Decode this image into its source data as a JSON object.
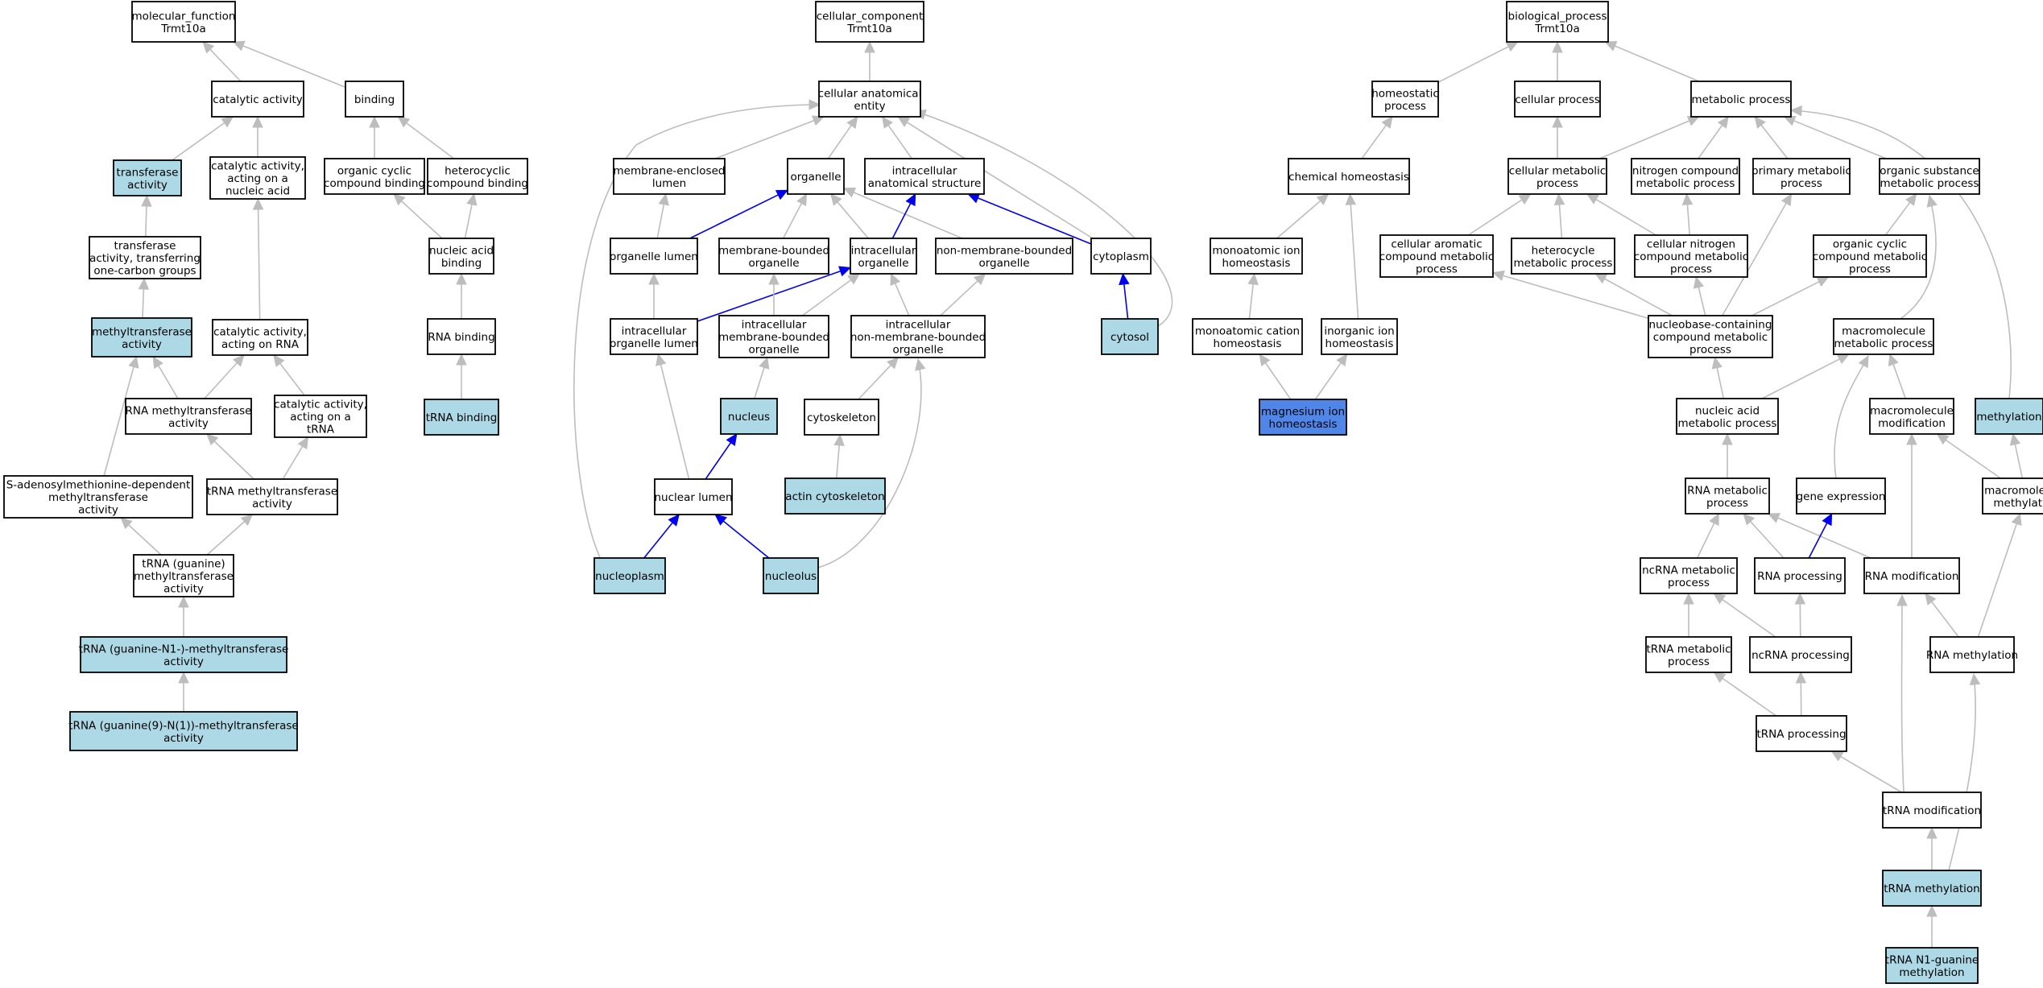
{
  "colors": {
    "plain": "#ffffff",
    "annotated": "#add8e6",
    "focus": "#4f86e8",
    "edge_gray": "#bdbdbd",
    "edge_blue": "#0000ee"
  },
  "nodes": [
    {
      "id": "mf",
      "lines": [
        "molecular_function",
        "Trmt10a"
      ],
      "fill": "plain"
    },
    {
      "id": "cat",
      "lines": [
        "catalytic activity"
      ],
      "fill": "plain"
    },
    {
      "id": "binding",
      "lines": [
        "binding"
      ],
      "fill": "plain"
    },
    {
      "id": "transferase",
      "lines": [
        "transferase",
        "activity"
      ],
      "fill": "annotated"
    },
    {
      "id": "cat_na",
      "lines": [
        "catalytic activity,",
        "acting on a",
        "nucleic acid"
      ],
      "fill": "plain"
    },
    {
      "id": "ocb",
      "lines": [
        "organic cyclic",
        "compound binding"
      ],
      "fill": "plain"
    },
    {
      "id": "hcb",
      "lines": [
        "heterocyclic",
        "compound binding"
      ],
      "fill": "plain"
    },
    {
      "id": "trans_one",
      "lines": [
        "transferase",
        "activity, transferring",
        "one-carbon groups"
      ],
      "fill": "plain"
    },
    {
      "id": "nab",
      "lines": [
        "nucleic acid",
        "binding"
      ],
      "fill": "plain"
    },
    {
      "id": "mtase",
      "lines": [
        "methyltransferase",
        "activity"
      ],
      "fill": "annotated"
    },
    {
      "id": "cat_rna",
      "lines": [
        "catalytic activity,",
        "acting on RNA"
      ],
      "fill": "plain"
    },
    {
      "id": "rnab",
      "lines": [
        "RNA binding"
      ],
      "fill": "plain"
    },
    {
      "id": "rna_mtase",
      "lines": [
        "RNA methyltransferase",
        "activity"
      ],
      "fill": "plain"
    },
    {
      "id": "cat_trna",
      "lines": [
        "catalytic activity,",
        "acting on a",
        "tRNA"
      ],
      "fill": "plain"
    },
    {
      "id": "trnab",
      "lines": [
        "tRNA binding"
      ],
      "fill": "annotated"
    },
    {
      "id": "sam",
      "lines": [
        "S-adenosylmethionine-dependent",
        "methyltransferase",
        "activity"
      ],
      "fill": "plain"
    },
    {
      "id": "trna_mtase",
      "lines": [
        "tRNA methyltransferase",
        "activity"
      ],
      "fill": "plain"
    },
    {
      "id": "trna_g",
      "lines": [
        "tRNA (guanine)",
        "methyltransferase",
        "activity"
      ],
      "fill": "plain"
    },
    {
      "id": "trna_gn1",
      "lines": [
        "tRNA (guanine-N1-)-methyltransferase",
        "activity"
      ],
      "fill": "annotated"
    },
    {
      "id": "trna_g9",
      "lines": [
        "tRNA (guanine(9)-N(1))-methyltransferase",
        "activity"
      ],
      "fill": "annotated"
    },
    {
      "id": "cc",
      "lines": [
        "cellular_component",
        "Trmt10a"
      ],
      "fill": "plain"
    },
    {
      "id": "cae",
      "lines": [
        "cellular anatomical",
        "entity"
      ],
      "fill": "plain"
    },
    {
      "id": "mel",
      "lines": [
        "membrane-enclosed",
        "lumen"
      ],
      "fill": "plain"
    },
    {
      "id": "organelle",
      "lines": [
        "organelle"
      ],
      "fill": "plain"
    },
    {
      "id": "ias",
      "lines": [
        "intracellular",
        "anatomical structure"
      ],
      "fill": "plain"
    },
    {
      "id": "org_lumen",
      "lines": [
        "organelle lumen"
      ],
      "fill": "plain"
    },
    {
      "id": "mbo",
      "lines": [
        "membrane-bounded",
        "organelle"
      ],
      "fill": "plain"
    },
    {
      "id": "io",
      "lines": [
        "intracellular",
        "organelle"
      ],
      "fill": "plain"
    },
    {
      "id": "nmbo",
      "lines": [
        "non-membrane-bounded",
        "organelle"
      ],
      "fill": "plain"
    },
    {
      "id": "cytoplasm",
      "lines": [
        "cytoplasm"
      ],
      "fill": "plain"
    },
    {
      "id": "iol",
      "lines": [
        "intracellular",
        "organelle lumen"
      ],
      "fill": "plain"
    },
    {
      "id": "imbo",
      "lines": [
        "intracellular",
        "membrane-bounded",
        "organelle"
      ],
      "fill": "plain"
    },
    {
      "id": "inmbo",
      "lines": [
        "intracellular",
        "non-membrane-bounded",
        "organelle"
      ],
      "fill": "plain"
    },
    {
      "id": "cytosol",
      "lines": [
        "cytosol"
      ],
      "fill": "annotated"
    },
    {
      "id": "nucleus",
      "lines": [
        "nucleus"
      ],
      "fill": "annotated"
    },
    {
      "id": "cytoskeleton",
      "lines": [
        "cytoskeleton"
      ],
      "fill": "plain"
    },
    {
      "id": "nuc_lumen",
      "lines": [
        "nuclear lumen"
      ],
      "fill": "plain"
    },
    {
      "id": "actin",
      "lines": [
        "actin cytoskeleton"
      ],
      "fill": "annotated"
    },
    {
      "id": "nucleoplasm",
      "lines": [
        "nucleoplasm"
      ],
      "fill": "annotated"
    },
    {
      "id": "nucleolus",
      "lines": [
        "nucleolus"
      ],
      "fill": "annotated"
    },
    {
      "id": "bp",
      "lines": [
        "biological_process",
        "Trmt10a"
      ],
      "fill": "plain"
    },
    {
      "id": "homeo",
      "lines": [
        "homeostatic",
        "process"
      ],
      "fill": "plain"
    },
    {
      "id": "cellproc",
      "lines": [
        "cellular process"
      ],
      "fill": "plain"
    },
    {
      "id": "metab",
      "lines": [
        "metabolic process"
      ],
      "fill": "plain"
    },
    {
      "id": "chemhomeo",
      "lines": [
        "chemical homeostasis"
      ],
      "fill": "plain"
    },
    {
      "id": "cellmetab",
      "lines": [
        "cellular metabolic",
        "process"
      ],
      "fill": "plain"
    },
    {
      "id": "ncmp",
      "lines": [
        "nitrogen compound",
        "metabolic process"
      ],
      "fill": "plain"
    },
    {
      "id": "pmp",
      "lines": [
        "primary metabolic",
        "process"
      ],
      "fill": "plain"
    },
    {
      "id": "osmp",
      "lines": [
        "organic substance",
        "metabolic process"
      ],
      "fill": "plain"
    },
    {
      "id": "monoion",
      "lines": [
        "monoatomic ion",
        "homeostasis"
      ],
      "fill": "plain"
    },
    {
      "id": "cacmp",
      "lines": [
        "cellular aromatic",
        "compound metabolic",
        "process"
      ],
      "fill": "plain"
    },
    {
      "id": "hmp",
      "lines": [
        "heterocycle",
        "metabolic process"
      ],
      "fill": "plain"
    },
    {
      "id": "cncmp",
      "lines": [
        "cellular nitrogen",
        "compound metabolic",
        "process"
      ],
      "fill": "plain"
    },
    {
      "id": "occmp",
      "lines": [
        "organic cyclic",
        "compound metabolic",
        "process"
      ],
      "fill": "plain"
    },
    {
      "id": "monocat",
      "lines": [
        "monoatomic cation",
        "homeostasis"
      ],
      "fill": "plain"
    },
    {
      "id": "inorg",
      "lines": [
        "inorganic ion",
        "homeostasis"
      ],
      "fill": "plain"
    },
    {
      "id": "nbcmp",
      "lines": [
        "nucleobase-containing",
        "compound metabolic",
        "process"
      ],
      "fill": "plain"
    },
    {
      "id": "macmp",
      "lines": [
        "macromolecule",
        "metabolic process"
      ],
      "fill": "plain"
    },
    {
      "id": "mg",
      "lines": [
        "magnesium ion",
        "homeostasis"
      ],
      "fill": "focus"
    },
    {
      "id": "namp",
      "lines": [
        "nucleic acid",
        "metabolic process"
      ],
      "fill": "plain"
    },
    {
      "id": "macmod",
      "lines": [
        "macromolecule",
        "modification"
      ],
      "fill": "plain"
    },
    {
      "id": "methylation",
      "lines": [
        "methylation"
      ],
      "fill": "annotated"
    },
    {
      "id": "rnamp",
      "lines": [
        "RNA metabolic",
        "process"
      ],
      "fill": "plain"
    },
    {
      "id": "geneexp",
      "lines": [
        "gene expression"
      ],
      "fill": "plain"
    },
    {
      "id": "macmeth",
      "lines": [
        "macromolecule",
        "methylation"
      ],
      "fill": "plain"
    },
    {
      "id": "ncrnamp",
      "lines": [
        "ncRNA metabolic",
        "process"
      ],
      "fill": "plain"
    },
    {
      "id": "rnaproc",
      "lines": [
        "RNA processing"
      ],
      "fill": "plain"
    },
    {
      "id": "rnamod",
      "lines": [
        "RNA modification"
      ],
      "fill": "plain"
    },
    {
      "id": "trnamp",
      "lines": [
        "tRNA metabolic",
        "process"
      ],
      "fill": "plain"
    },
    {
      "id": "ncrnaproc",
      "lines": [
        "ncRNA processing"
      ],
      "fill": "plain"
    },
    {
      "id": "rnameth",
      "lines": [
        "RNA methylation"
      ],
      "fill": "plain"
    },
    {
      "id": "trnaproc",
      "lines": [
        "tRNA processing"
      ],
      "fill": "plain"
    },
    {
      "id": "trnamod",
      "lines": [
        "tRNA modification"
      ],
      "fill": "plain"
    },
    {
      "id": "trnameth",
      "lines": [
        "tRNA methylation"
      ],
      "fill": "annotated"
    },
    {
      "id": "trnan1",
      "lines": [
        "tRNA N1-guanine",
        "methylation"
      ],
      "fill": "annotated"
    }
  ],
  "edges": [
    {
      "from": "cat",
      "to": "mf",
      "color": "gray"
    },
    {
      "from": "binding",
      "to": "mf",
      "color": "gray"
    },
    {
      "from": "transferase",
      "to": "cat",
      "color": "gray"
    },
    {
      "from": "cat_na",
      "to": "cat",
      "color": "gray"
    },
    {
      "from": "ocb",
      "to": "binding",
      "color": "gray"
    },
    {
      "from": "hcb",
      "to": "binding",
      "color": "gray"
    },
    {
      "from": "trans_one",
      "to": "transferase",
      "color": "gray"
    },
    {
      "from": "nab",
      "to": "ocb",
      "color": "gray"
    },
    {
      "from": "nab",
      "to": "hcb",
      "color": "gray"
    },
    {
      "from": "mtase",
      "to": "trans_one",
      "color": "gray"
    },
    {
      "from": "cat_rna",
      "to": "cat_na",
      "color": "gray"
    },
    {
      "from": "rnab",
      "to": "nab",
      "color": "gray"
    },
    {
      "from": "rna_mtase",
      "to": "mtase",
      "color": "gray"
    },
    {
      "from": "rna_mtase",
      "to": "cat_rna",
      "color": "gray"
    },
    {
      "from": "cat_trna",
      "to": "cat_rna",
      "color": "gray"
    },
    {
      "from": "trnab",
      "to": "rnab",
      "color": "gray"
    },
    {
      "from": "sam",
      "to": "mtase",
      "color": "gray"
    },
    {
      "from": "trna_mtase",
      "to": "rna_mtase",
      "color": "gray"
    },
    {
      "from": "trna_mtase",
      "to": "cat_trna",
      "color": "gray"
    },
    {
      "from": "trna_g",
      "to": "sam",
      "color": "gray"
    },
    {
      "from": "trna_g",
      "to": "trna_mtase",
      "color": "gray"
    },
    {
      "from": "trna_gn1",
      "to": "trna_g",
      "color": "gray"
    },
    {
      "from": "trna_g9",
      "to": "trna_gn1",
      "color": "gray"
    },
    {
      "from": "cae",
      "to": "cc",
      "color": "gray"
    },
    {
      "from": "mel",
      "to": "cae",
      "color": "gray"
    },
    {
      "from": "organelle",
      "to": "cae",
      "color": "gray"
    },
    {
      "from": "ias",
      "to": "cae",
      "color": "gray"
    },
    {
      "from": "cytoplasm",
      "to": "cae",
      "color": "gray"
    },
    {
      "from": "cytosol",
      "to": "cae",
      "color": "gray"
    },
    {
      "from": "nucleoplasm",
      "to": "cae",
      "color": "gray"
    },
    {
      "from": "org_lumen",
      "to": "mel",
      "color": "gray"
    },
    {
      "from": "org_lumen",
      "to": "organelle",
      "color": "blue"
    },
    {
      "from": "mbo",
      "to": "organelle",
      "color": "gray"
    },
    {
      "from": "io",
      "to": "organelle",
      "color": "gray"
    },
    {
      "from": "nmbo",
      "to": "organelle",
      "color": "gray"
    },
    {
      "from": "io",
      "to": "ias",
      "color": "blue"
    },
    {
      "from": "cytoplasm",
      "to": "ias",
      "color": "blue"
    },
    {
      "from": "iol",
      "to": "org_lumen",
      "color": "gray"
    },
    {
      "from": "iol",
      "to": "io",
      "color": "blue"
    },
    {
      "from": "imbo",
      "to": "mbo",
      "color": "gray"
    },
    {
      "from": "imbo",
      "to": "io",
      "color": "gray"
    },
    {
      "from": "inmbo",
      "to": "io",
      "color": "gray"
    },
    {
      "from": "inmbo",
      "to": "nmbo",
      "color": "gray"
    },
    {
      "from": "cytosol",
      "to": "cytoplasm",
      "color": "blue"
    },
    {
      "from": "nucleus",
      "to": "imbo",
      "color": "gray"
    },
    {
      "from": "cytoskeleton",
      "to": "inmbo",
      "color": "gray"
    },
    {
      "from": "nucleolus",
      "to": "inmbo",
      "color": "gray"
    },
    {
      "from": "nuc_lumen",
      "to": "iol",
      "color": "gray"
    },
    {
      "from": "nuc_lumen",
      "to": "nucleus",
      "color": "blue"
    },
    {
      "from": "actin",
      "to": "cytoskeleton",
      "color": "gray"
    },
    {
      "from": "nucleoplasm",
      "to": "nuc_lumen",
      "color": "blue"
    },
    {
      "from": "nucleolus",
      "to": "nuc_lumen",
      "color": "blue"
    },
    {
      "from": "homeo",
      "to": "bp",
      "color": "gray"
    },
    {
      "from": "cellproc",
      "to": "bp",
      "color": "gray"
    },
    {
      "from": "metab",
      "to": "bp",
      "color": "gray"
    },
    {
      "from": "chemhomeo",
      "to": "homeo",
      "color": "gray"
    },
    {
      "from": "cellmetab",
      "to": "cellproc",
      "color": "gray"
    },
    {
      "from": "cellmetab",
      "to": "metab",
      "color": "gray"
    },
    {
      "from": "ncmp",
      "to": "metab",
      "color": "gray"
    },
    {
      "from": "pmp",
      "to": "metab",
      "color": "gray"
    },
    {
      "from": "osmp",
      "to": "metab",
      "color": "gray"
    },
    {
      "from": "methylation",
      "to": "metab",
      "color": "gray"
    },
    {
      "from": "monoion",
      "to": "chemhomeo",
      "color": "gray"
    },
    {
      "from": "inorg",
      "to": "chemhomeo",
      "color": "gray"
    },
    {
      "from": "cacmp",
      "to": "cellmetab",
      "color": "gray"
    },
    {
      "from": "hmp",
      "to": "cellmetab",
      "color": "gray"
    },
    {
      "from": "cncmp",
      "to": "cellmetab",
      "color": "gray"
    },
    {
      "from": "cncmp",
      "to": "ncmp",
      "color": "gray"
    },
    {
      "from": "occmp",
      "to": "osmp",
      "color": "gray"
    },
    {
      "from": "macmp",
      "to": "osmp",
      "color": "gray"
    },
    {
      "from": "monocat",
      "to": "monoion",
      "color": "gray"
    },
    {
      "from": "nbcmp",
      "to": "cacmp",
      "color": "gray"
    },
    {
      "from": "nbcmp",
      "to": "hmp",
      "color": "gray"
    },
    {
      "from": "nbcmp",
      "to": "cncmp",
      "color": "gray"
    },
    {
      "from": "nbcmp",
      "to": "pmp",
      "color": "gray"
    },
    {
      "from": "nbcmp",
      "to": "occmp",
      "color": "gray"
    },
    {
      "from": "mg",
      "to": "monocat",
      "color": "gray"
    },
    {
      "from": "mg",
      "to": "inorg",
      "color": "gray"
    },
    {
      "from": "namp",
      "to": "nbcmp",
      "color": "gray"
    },
    {
      "from": "namp",
      "to": "macmp",
      "color": "gray"
    },
    {
      "from": "geneexp",
      "to": "macmp",
      "color": "gray"
    },
    {
      "from": "macmod",
      "to": "macmp",
      "color": "gray"
    },
    {
      "from": "rnamp",
      "to": "namp",
      "color": "gray"
    },
    {
      "from": "macmeth",
      "to": "macmod",
      "color": "gray"
    },
    {
      "from": "macmeth",
      "to": "methylation",
      "color": "gray"
    },
    {
      "from": "ncrnamp",
      "to": "rnamp",
      "color": "gray"
    },
    {
      "from": "rnaproc",
      "to": "rnamp",
      "color": "gray"
    },
    {
      "from": "rnamod",
      "to": "rnamp",
      "color": "gray"
    },
    {
      "from": "rnaproc",
      "to": "geneexp",
      "color": "blue"
    },
    {
      "from": "rnamod",
      "to": "macmod",
      "color": "gray"
    },
    {
      "from": "rnameth",
      "to": "rnamod",
      "color": "gray"
    },
    {
      "from": "rnameth",
      "to": "macmeth",
      "color": "gray"
    },
    {
      "from": "trnamp",
      "to": "ncrnamp",
      "color": "gray"
    },
    {
      "from": "ncrnaproc",
      "to": "ncrnamp",
      "color": "gray"
    },
    {
      "from": "ncrnaproc",
      "to": "rnaproc",
      "color": "gray"
    },
    {
      "from": "trnaproc",
      "to": "trnamp",
      "color": "gray"
    },
    {
      "from": "trnaproc",
      "to": "ncrnaproc",
      "color": "gray"
    },
    {
      "from": "trnamod",
      "to": "trnaproc",
      "color": "gray"
    },
    {
      "from": "trnamod",
      "to": "rnamod",
      "color": "gray"
    },
    {
      "from": "trnameth",
      "to": "trnamod",
      "color": "gray"
    },
    {
      "from": "trnameth",
      "to": "rnameth",
      "color": "gray"
    },
    {
      "from": "trnan1",
      "to": "trnameth",
      "color": "gray"
    }
  ]
}
